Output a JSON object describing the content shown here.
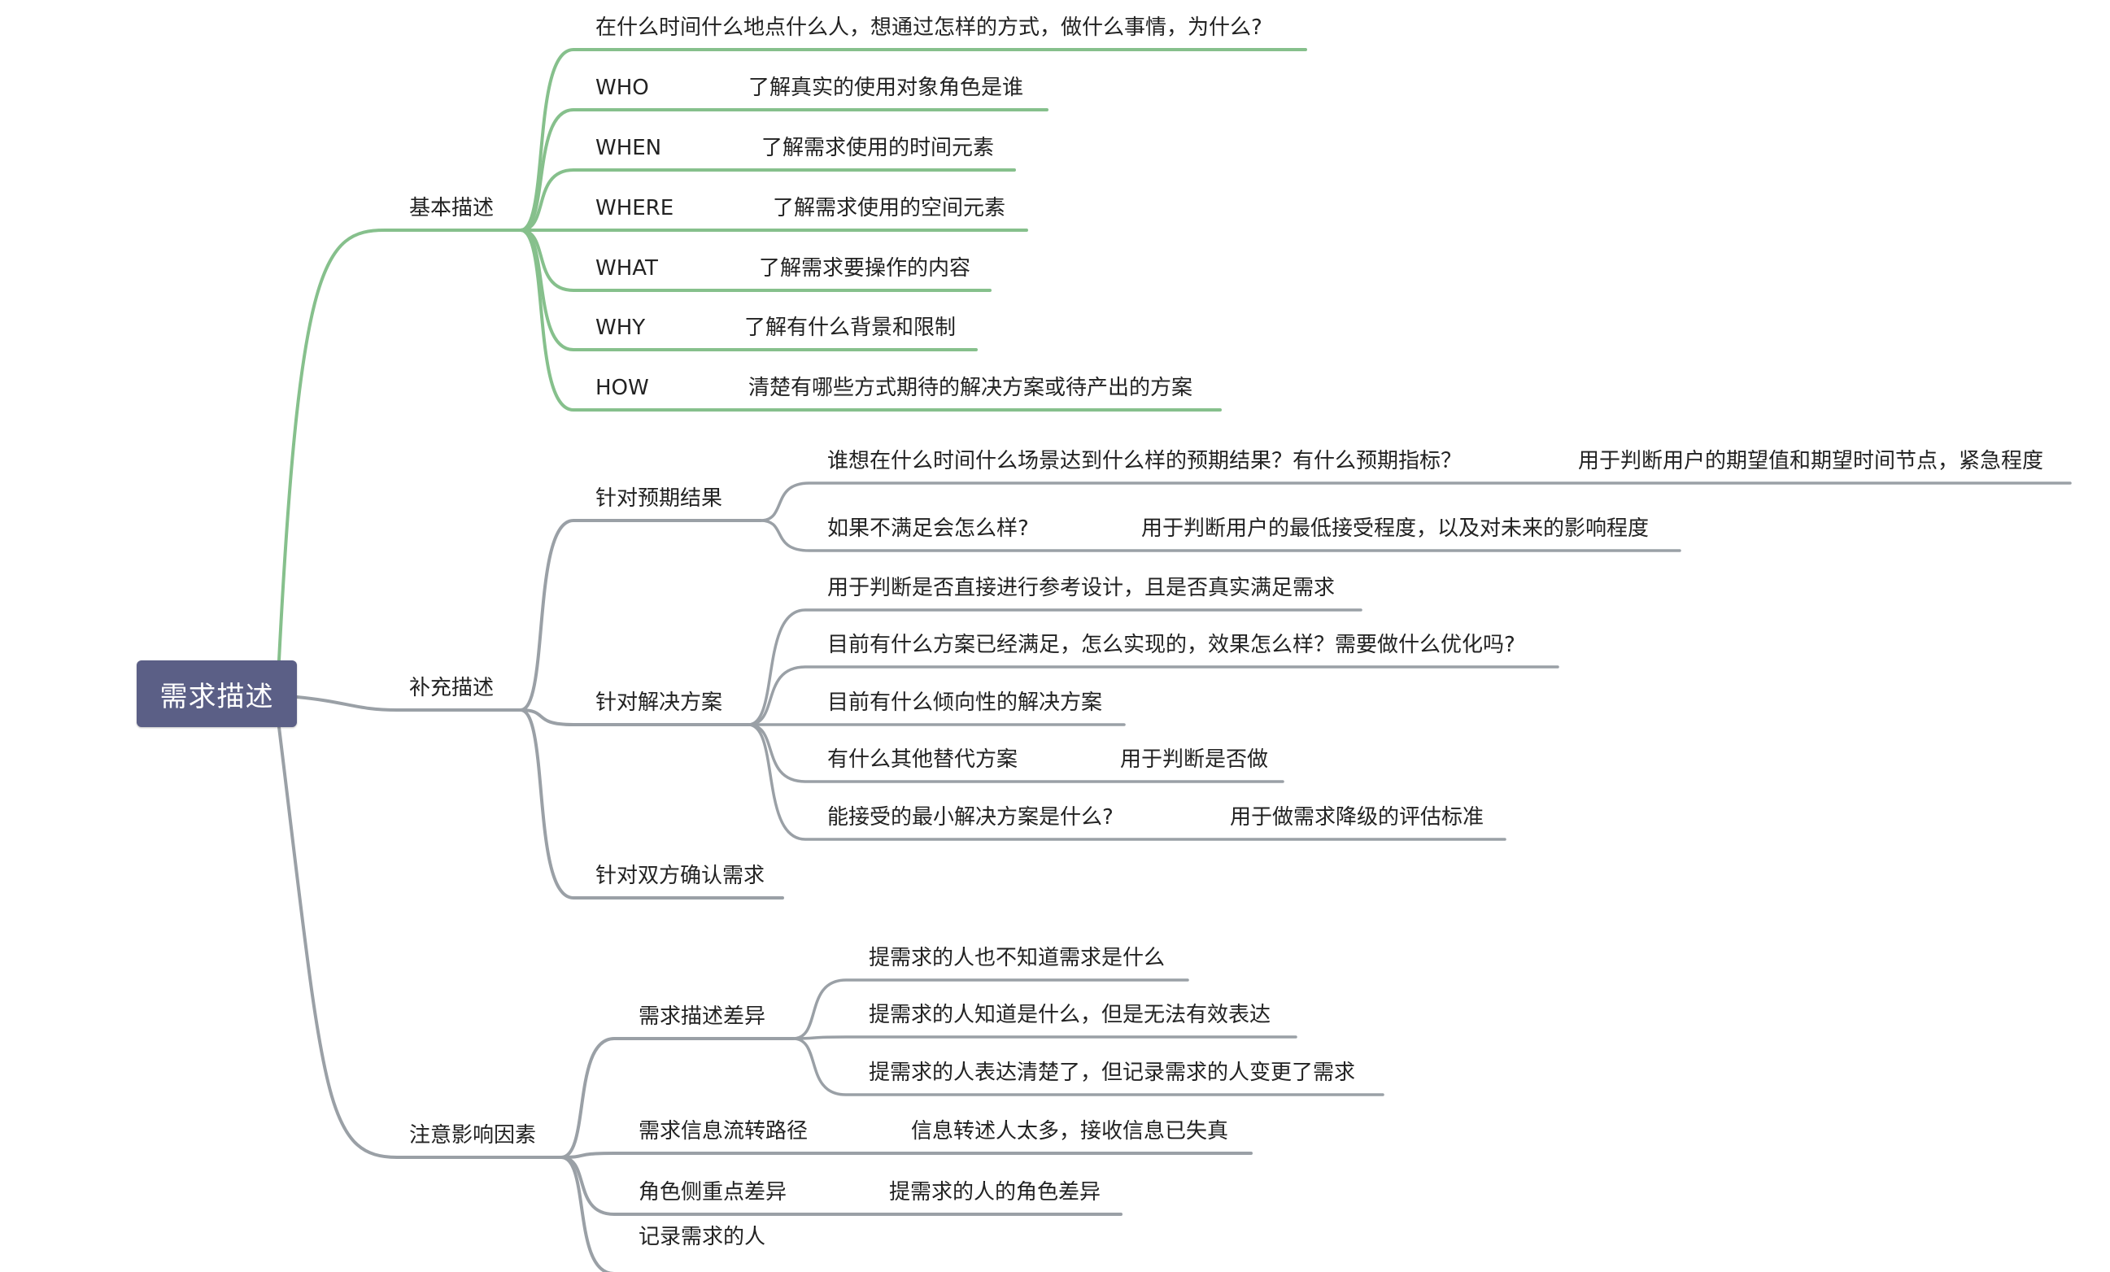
{
  "colors": {
    "root_fill": "#5b5f86",
    "green_branch": "#86c08c",
    "gray_branch": "#9aa0a6",
    "text": "#222222"
  },
  "root": {
    "label": "需求描述"
  },
  "branches": [
    {
      "id": "basic",
      "label": "基本描述",
      "color": "green",
      "children": [
        {
          "label": "在什么时间什么地点什么人，想通过怎样的方式，做什么事情，为什么?"
        },
        {
          "label": "WHO",
          "note": "了解真实的使用对象角色是谁"
        },
        {
          "label": "WHEN",
          "note": "了解需求使用的时间元素"
        },
        {
          "label": "WHERE",
          "note": "了解需求使用的空间元素"
        },
        {
          "label": "WHAT",
          "note": "了解需求要操作的内容"
        },
        {
          "label": "WHY",
          "note": "了解有什么背景和限制"
        },
        {
          "label": "HOW",
          "note": "清楚有哪些方式期待的解决方案或待产出的方案"
        }
      ]
    },
    {
      "id": "supplement",
      "label": "补充描述",
      "color": "gray",
      "children": [
        {
          "label": "针对预期结果",
          "children": [
            {
              "label": "谁想在什么时间什么场景达到什么样的预期结果？有什么预期指标？",
              "note": "用于判断用户的期望值和期望时间节点，紧急程度"
            },
            {
              "label": "如果不满足会怎么样?",
              "note": "用于判断用户的最低接受程度，以及对未来的影响程度"
            }
          ]
        },
        {
          "label": "针对解决方案",
          "children": [
            {
              "label": "用于判断是否直接进行参考设计，且是否真实满足需求"
            },
            {
              "label": "目前有什么方案已经满足，怎么实现的，效果怎么样？需要做什么优化吗?"
            },
            {
              "label": "目前有什么倾向性的解决方案"
            },
            {
              "label": "有什么其他替代方案",
              "note": "用于判断是否做"
            },
            {
              "label": "能接受的最小解决方案是什么?",
              "note": "用于做需求降级的评估标准"
            }
          ]
        },
        {
          "label": "针对双方确认需求"
        }
      ]
    },
    {
      "id": "factors",
      "label": "注意影响因素",
      "color": "gray",
      "children": [
        {
          "label": "需求描述差异",
          "children": [
            {
              "label": "提需求的人也不知道需求是什么"
            },
            {
              "label": "提需求的人知道是什么，但是无法有效表达"
            },
            {
              "label": "提需求的人表达清楚了，但记录需求的人变更了需求"
            }
          ]
        },
        {
          "label": "需求信息流转路径",
          "note": "信息转述人太多，接收信息已失真"
        },
        {
          "label": "角色侧重点差异",
          "note": "提需求的人的角色差异"
        },
        {
          "label": "记录需求的人"
        }
      ]
    }
  ]
}
